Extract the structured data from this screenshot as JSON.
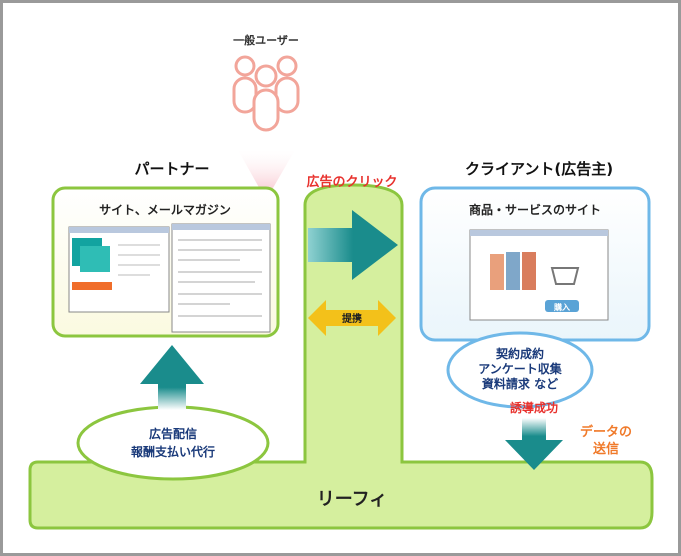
{
  "user_label": "一般ユーザー",
  "partner": {
    "title": "パートナー",
    "box_label": "サイト、メールマガジン"
  },
  "client": {
    "title": "クライアント(広告主)",
    "box_label": "商品・サービスのサイト",
    "buy_button": "購入"
  },
  "click_label": "広告のクリック",
  "link_label": "提携",
  "delivery": {
    "line1": "広告配信",
    "line2": "報酬支払い代行"
  },
  "goals": {
    "line1": "契約成約",
    "line2": "アンケート収集",
    "line3": "資料請求 など"
  },
  "success_label": "誘導成功",
  "data_send": {
    "line1": "データの",
    "line2": "送信"
  },
  "hub_label": "リーフィ",
  "colors": {
    "green_fill": "#d5ef9e",
    "green_stroke": "#8cc63f",
    "teal": "#1a8c8c",
    "red_text": "#e8322e",
    "navy_text": "#1a3a7a",
    "blue_stroke": "#6fb8e8",
    "orange": "#f3c11a",
    "user_icon": "#f2a59a"
  },
  "icons": {
    "users": "users-group-icon",
    "arrows": [
      "arrow-right-icon",
      "arrow-up-icon",
      "arrow-down-icon",
      "double-arrow-icon"
    ]
  }
}
